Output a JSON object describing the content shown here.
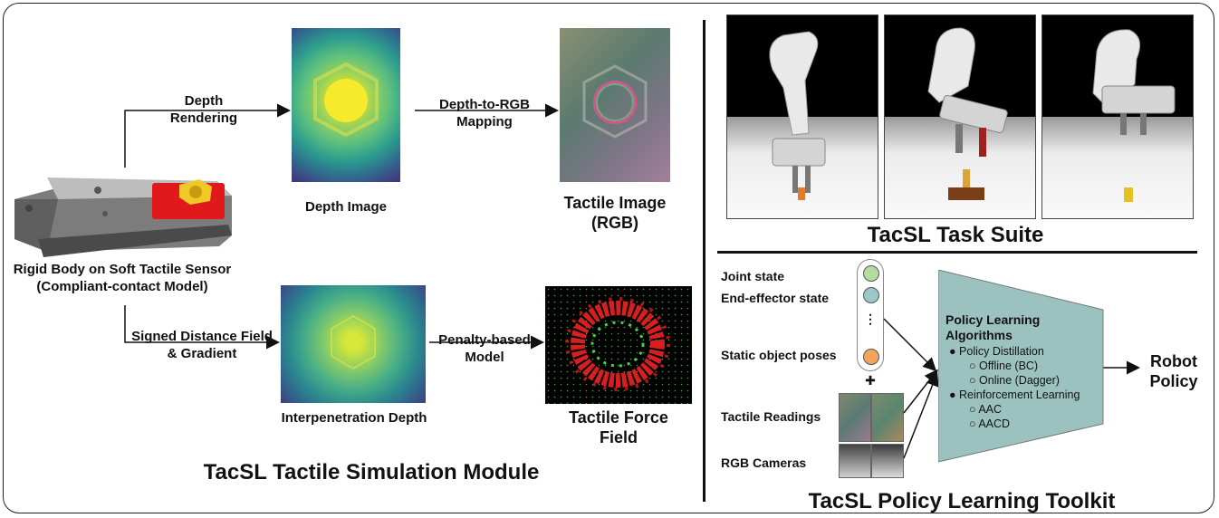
{
  "simulation": {
    "depth_rendering": "Depth\nRendering",
    "depth_image": "Depth Image",
    "depth_to_rgb": "Depth-to-RGB\nMapping",
    "tactile_image": "Tactile Image\n(RGB)",
    "sensor_label": "Rigid Body on Soft Tactile Sensor\n(Compliant-contact Model)",
    "sdf": "Signed Distance Field\n& Gradient",
    "interpenetration_depth": "Interpenetration Depth",
    "penalty_model": "Penalty-based\nModel",
    "tactile_force_field": "Tactile Force\nField",
    "title": "TacSL Tactile Simulation Module"
  },
  "task_suite": {
    "title": "TacSL Task Suite"
  },
  "policy": {
    "inputs": {
      "joint_state": "Joint state",
      "end_effector_state": "End-effector state",
      "ellipsis": "⋮",
      "static_object_poses": "Static object poses",
      "plus": "✚",
      "tactile_readings": "Tactile Readings",
      "rgb_cameras": "RGB Cameras"
    },
    "box": {
      "title": "Policy Learning\nAlgorithms",
      "items": [
        {
          "text": "Policy Distillation",
          "sub": [
            "Offline (BC)",
            "Online (Dagger)"
          ]
        },
        {
          "text": "Reinforcement Learning",
          "sub": [
            "AAC",
            "AACD"
          ]
        }
      ]
    },
    "output": "Robot\nPolicy",
    "title": "TacSL Policy Learning Toolkit"
  },
  "colors": {
    "joint_circle": "#b5dca0",
    "ee_circle": "#9cc7c9",
    "pose_circle": "#f3a35a",
    "policy_box": "#9cc2c0",
    "sensor_red": "#e2191c",
    "nut_yellow": "#f0c928"
  }
}
